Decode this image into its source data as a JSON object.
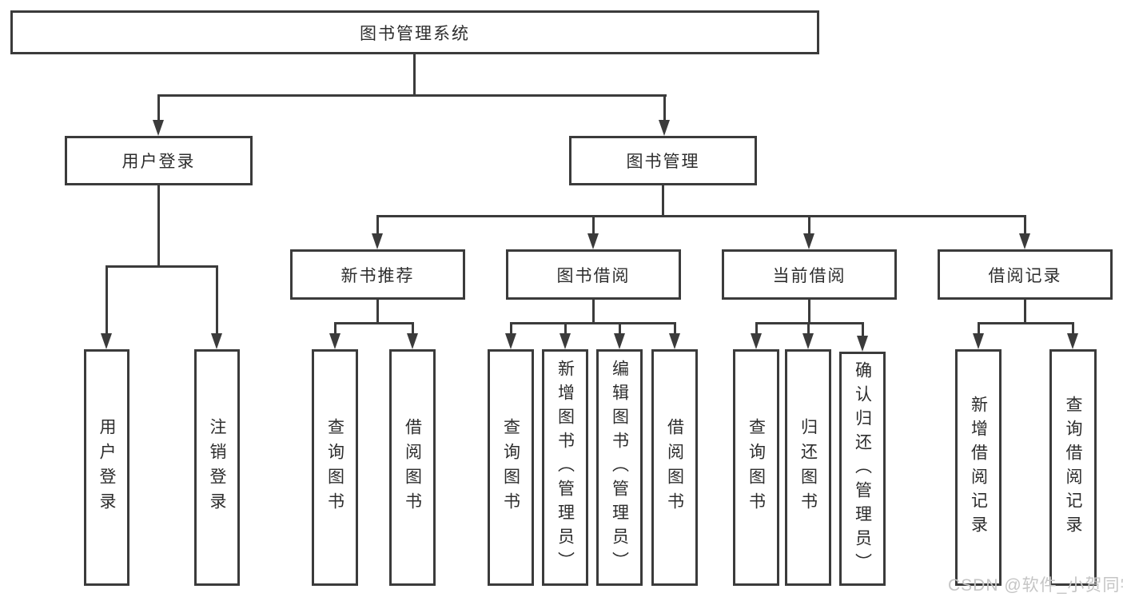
{
  "diagram": {
    "root": "图书管理系统",
    "branches": [
      {
        "label": "用户登录",
        "children": [
          "用户登录",
          "注销登录"
        ]
      },
      {
        "label": "图书管理",
        "sections": [
          {
            "label": "新书推荐",
            "children": [
              "查询图书",
              "借阅图书"
            ]
          },
          {
            "label": "图书借阅",
            "children": [
              "查询图书",
              "新增图书（管理员）",
              "编辑图书（管理员）",
              "借阅图书"
            ]
          },
          {
            "label": "当前借阅",
            "children": [
              "查询图书",
              "归还图书",
              "确认归还（管理员）"
            ]
          },
          {
            "label": "借阅记录",
            "children": [
              "新增借阅记录",
              "查询借阅记录"
            ]
          }
        ]
      }
    ]
  },
  "watermark": {
    "text": "CSDN @软件_小贺同学"
  },
  "colors": {
    "line": "#3b3b3b",
    "text": "#2d2d2d",
    "watermark": "#c5c5c5",
    "background": "#ffffff"
  }
}
